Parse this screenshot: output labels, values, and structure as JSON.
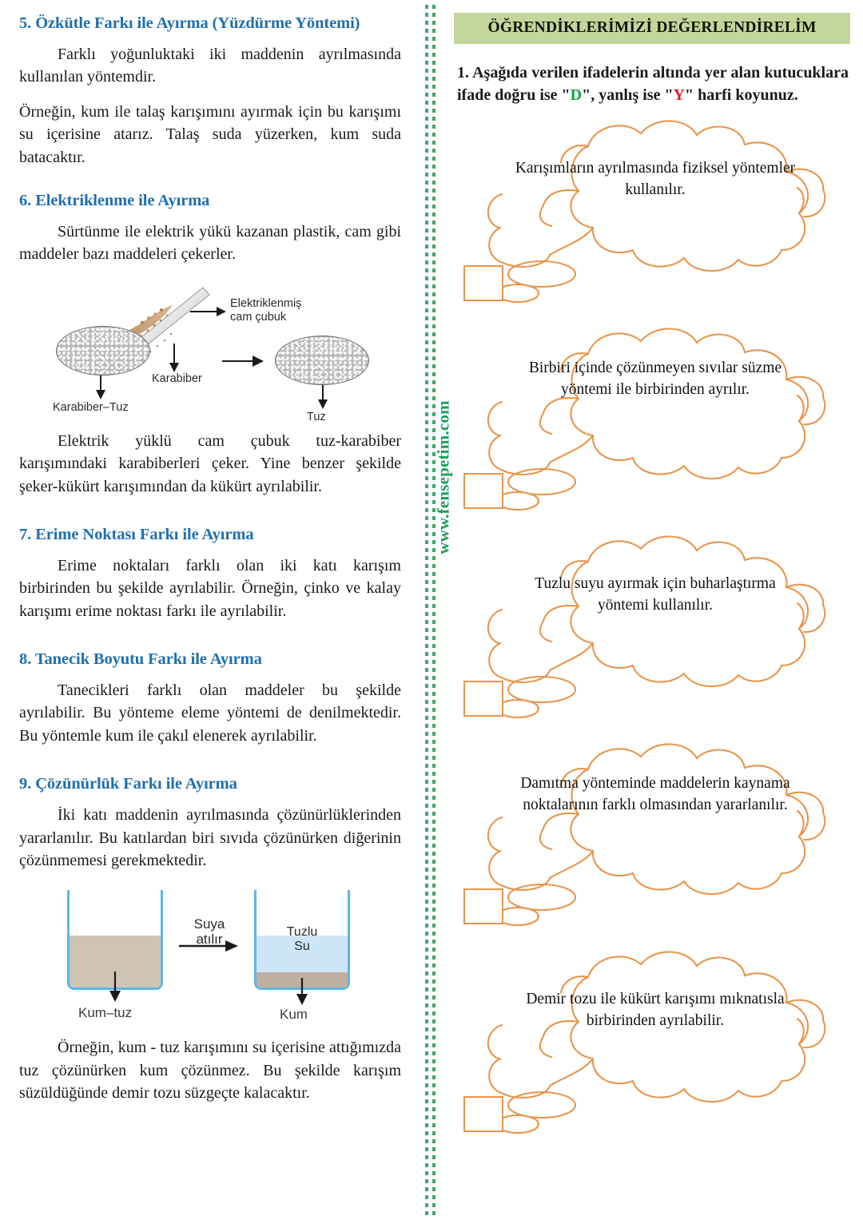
{
  "left_column": {
    "sections": [
      {
        "heading": "5. Özkütle Farkı ile Ayırma (Yüzdürme Yöntemi)",
        "paragraph_1": "Farklı yoğunluktaki iki maddenin ayrılmasında kullanılan yöntemdir.",
        "paragraph_2": "Örneğin, kum ile talaş karışımını ayırmak için bu karışımı su içerisine atarız. Talaş suda yüzerken, kum suda batacaktır."
      },
      {
        "heading": "6. Elektriklenme ile Ayırma",
        "paragraph_1": "Sürtünme ile elektrik yükü kazanan plastik, cam gibi maddeler bazı maddeleri çekerler.",
        "paragraph_2": "Elektrik yüklü cam çubuk tuz-karabiber karışımındaki karabiberleri çeker. Yine benzer şekilde şeker-kükürt karışımından da kükürt ayrılabilir."
      },
      {
        "heading": "7. Erime Noktası Farkı ile Ayırma",
        "paragraph_1": "Erime noktaları farklı olan iki katı karışım birbirinden bu şekilde ayrılabilir. Örneğin, çinko ve kalay karışımı erime noktası farkı ile ayrılabilir."
      },
      {
        "heading": "8. Tanecik Boyutu Farkı ile Ayırma",
        "paragraph_1": "Tanecikleri farklı olan maddeler bu şekilde ayrılabilir. Bu yönteme eleme yöntemi de denilmektedir. Bu yöntemle kum ile çakıl elenerek ayrılabilir."
      },
      {
        "heading": "9. Çözünürlük Farkı ile Ayırma",
        "paragraph_1": "İki katı maddenin ayrılmasında çözünürlüklerinden yararlanılır. Bu katılardan biri sıvıda çözünürken diğerinin çözünmemesi gerekmektedir.",
        "paragraph_2": "Örneğin, kum - tuz karışımını su içerisine attığımızda tuz çözünürken kum çözünmez. Bu şekilde karışım süzüldüğünde demir tozu süzgeçte kalacaktır."
      }
    ],
    "figure_electrification": {
      "label_rod": "Elektriklenmiş\ncam çubuk",
      "label_pepper": "Karabiber",
      "label_mixture": "Karabiber–Tuz",
      "label_salt": "Tuz"
    },
    "figure_beakers": {
      "label_left": "Kum–tuz",
      "label_arrow": "Suya\natılır",
      "label_water": "Tuzlu\nSu",
      "label_right": "Kum"
    }
  },
  "divider": {
    "watermark": "www.fensepetim.com"
  },
  "right_column": {
    "banner_title": "ÖĞRENDİKLERİMİZİ DEĞERLENDİRELİM",
    "instruction": {
      "part_1": "1. Aşağıda verilen ifadelerin altında yer alan kutucuklara ifade doğru ise \"",
      "letter_true": "D",
      "part_2": "\", yanlış ise \"",
      "letter_false": "Y",
      "part_3": "\" harfi koyunuz."
    },
    "statements": [
      {
        "text": "Karışımların ayrılmasında fiziksel yöntemler kullanılır.",
        "answer": ""
      },
      {
        "text": "Birbiri içinde çözünmeyen sıvılar süzme yöntemi ile birbirinden ayrılır.",
        "answer": ""
      },
      {
        "text": "Tuzlu suyu ayırmak için buharlaştırma yöntemi kullanılır.",
        "answer": ""
      },
      {
        "text": "Damıtma yönteminde maddelerin kaynama noktalarının farklı olmasından yararlanılır.",
        "answer": ""
      },
      {
        "text": "Demir tozu ile kükürt karışımı mıknatısla birbirinden ayrılabilir.",
        "answer": ""
      }
    ]
  },
  "colors": {
    "heading_blue": "#1F6FB0",
    "banner_green": "#C3D69B",
    "cloud_orange": "#E8954A",
    "watermark_green": "#17A05A",
    "true_green": "#16A34A",
    "false_red": "#E11D2E",
    "beaker_blue": "#5BB7E8"
  }
}
